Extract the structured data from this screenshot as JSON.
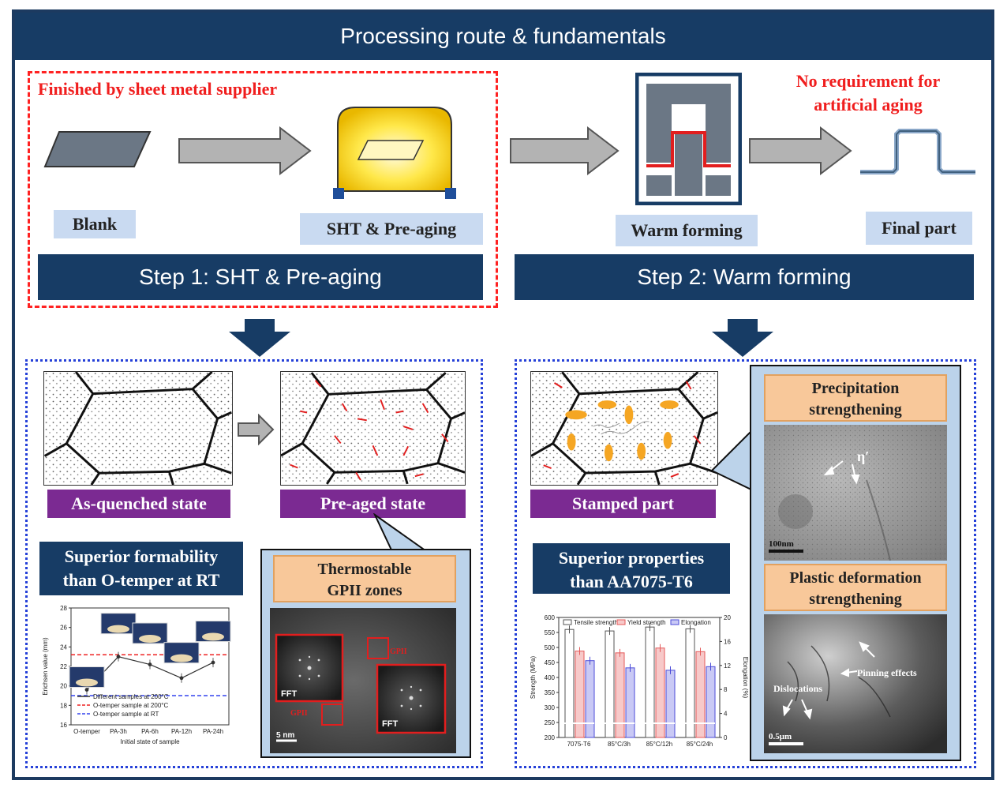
{
  "title": "Processing route & fundamentals",
  "step1": {
    "supplier_note": "Finished by sheet metal supplier",
    "blank_label": "Blank",
    "sht_label": "SHT & Pre-aging",
    "bar": "Step 1: SHT & Pre-aging"
  },
  "step2": {
    "note_line1": "No requirement for",
    "note_line2": "artificial aging",
    "warm_label": "Warm forming",
    "final_label": "Final part",
    "bar": "Step 2: Warm forming"
  },
  "left_panel": {
    "as_quenched": "As-quenched state",
    "pre_aged": "Pre-aged state",
    "formability_line1": "Superior formability",
    "formability_line2": "than O-temper at RT",
    "gpii_line1": "Thermostable",
    "gpii_line2": "GPII zones",
    "tem": {
      "fft1": "FFT",
      "fft2": "FFT",
      "gpii1": "GPII",
      "gpii2": "GPII",
      "scale": "5 nm"
    }
  },
  "right_panel": {
    "stamped": "Stamped part",
    "properties_line1": "Superior properties",
    "properties_line2": "than AA7075-T6",
    "precip_line1": "Precipitation",
    "precip_line2": "strengthening",
    "eta": "η′",
    "scale1": "100nm",
    "plastic_line1": "Plastic deformation",
    "plastic_line2": "strengthening",
    "pinning": "Pinning effects",
    "dislocations": "Dislocations",
    "scale2": "0.5μm"
  },
  "chart_data": [
    {
      "type": "line",
      "title": "",
      "xlabel": "Initial state of sample",
      "ylabel": "Erichsen value (mm)",
      "categories": [
        "O-temper",
        "PA-3h",
        "PA-6h",
        "PA-12h",
        "PA-24h"
      ],
      "ylim": [
        16,
        28
      ],
      "yticks": [
        16,
        18,
        20,
        22,
        24,
        26,
        28
      ],
      "series": [
        {
          "name": "Different samples at 200°C",
          "values": [
            19.6,
            23.0,
            22.2,
            20.8,
            22.4
          ],
          "color": "#333333"
        }
      ],
      "reference_lines": [
        {
          "name": "O-temper sample at 200°C",
          "value": 23.2,
          "color": "#ee2222"
        },
        {
          "name": "O-temper sample at RT",
          "value": 19.0,
          "color": "#3344ee"
        }
      ],
      "legend": "bottom-left",
      "grid": false
    },
    {
      "type": "bar",
      "title": "",
      "xlabel": "",
      "ylabel": "Strength (MPa)",
      "y2label": "Elongation (%)",
      "categories": [
        "7075-T6",
        "85°C/3h",
        "85°C/12h",
        "85°C/24h"
      ],
      "ylim": [
        200,
        600
      ],
      "yticks": [
        200,
        250,
        300,
        350,
        400,
        450,
        500,
        550,
        600
      ],
      "y2lim": [
        0,
        20
      ],
      "y2ticks": [
        0,
        4,
        8,
        12,
        16,
        20
      ],
      "series": [
        {
          "name": "Tensile strength",
          "axis": "left",
          "values": [
            560,
            555,
            568,
            562
          ],
          "color": "#ffffff",
          "stroke": "#555555"
        },
        {
          "name": "Yield strength",
          "axis": "left",
          "values": [
            488,
            482,
            498,
            486
          ],
          "color": "#f7c9c9",
          "stroke": "#e45a5a"
        },
        {
          "name": "Elongation",
          "axis": "right",
          "values": [
            12.8,
            11.6,
            11.2,
            11.8
          ],
          "color": "#c9c9f5",
          "stroke": "#4b4bd8"
        }
      ],
      "legend": "top",
      "grid": false
    }
  ]
}
